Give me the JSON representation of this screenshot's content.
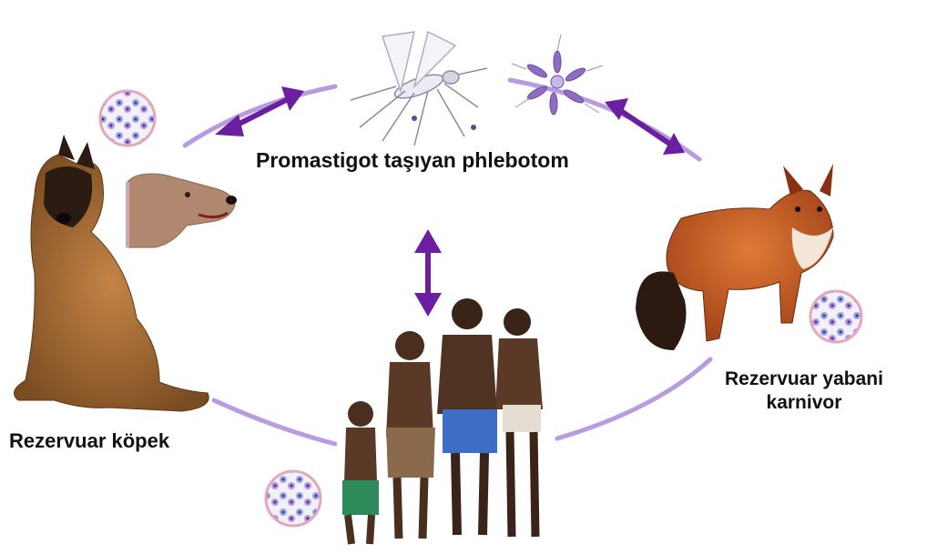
{
  "diagram": {
    "labels": {
      "vector": "Promastigot taşıyan phlebotom",
      "dog": "Rezervuar köpek",
      "fox_line1": "Rezervuar yabani",
      "fox_line2": "karnivor"
    },
    "colors": {
      "arrow": "#6b1fa0",
      "cycle_line": "#b89be0",
      "text": "#111111"
    },
    "illustrations": [
      "sandfly-icon",
      "promastigote-parasites-icon",
      "dog-sitting-icon",
      "dog-head-icon",
      "fox-icon",
      "children-group-icon",
      "amastigote-cell-icon"
    ]
  }
}
